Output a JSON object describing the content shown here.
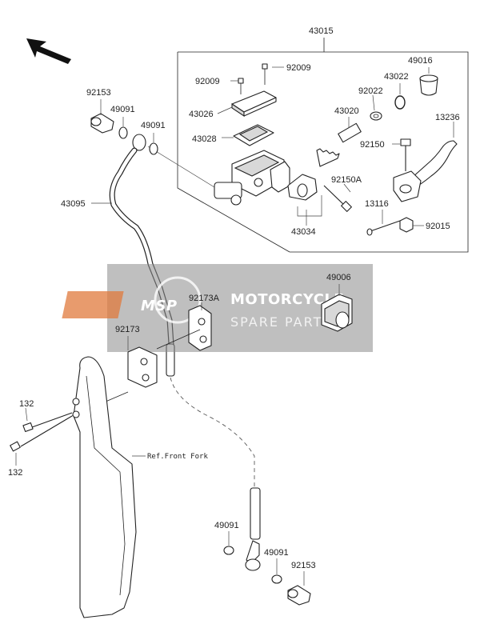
{
  "labels": {
    "l43015": "43015",
    "l92009a": "92009",
    "l92009b": "92009",
    "l43026": "43026",
    "l43028": "43028",
    "l43020": "43020",
    "l49016": "49016",
    "l43022": "43022",
    "l92022": "92022",
    "l13236": "13236",
    "l92150": "92150",
    "l92150A": "92150A",
    "l13116": "13116",
    "l92015": "92015",
    "l43034": "43034",
    "l92153a": "92153",
    "l49091a": "49091",
    "l49091b": "49091",
    "l43095": "43095",
    "l49006": "49006",
    "l92173A": "92173A",
    "l92173": "92173",
    "l132a": "132",
    "l132b": "132",
    "l49091c": "49091",
    "l49091d": "49091",
    "l92153b": "92153",
    "ref_front_fork": "Ref.Front Fork"
  },
  "watermark": {
    "title": "MOTORCYCLE",
    "subtitle": "SPARE PARTS",
    "badge": "MSP"
  },
  "colors": {
    "watermark_bg": "#8a8a8a",
    "watermark_badge": "#e07a3c",
    "line": "#222222"
  },
  "icons": {
    "direction_arrow": "arrow-up-left-icon"
  }
}
